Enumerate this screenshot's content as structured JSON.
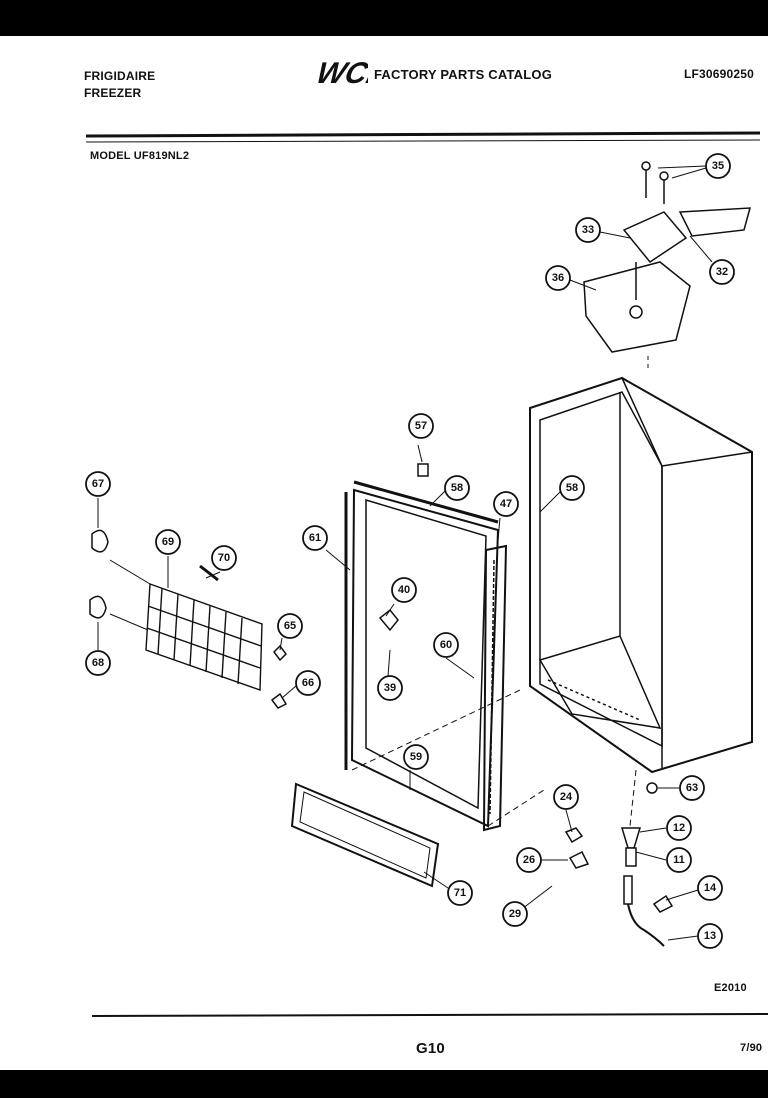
{
  "header": {
    "brand": "FRIGIDAIRE",
    "product": "FREEZER",
    "logo_text": "WCI",
    "catalog_title": "FACTORY PARTS CATALOG",
    "catalog_number": "LF30690250",
    "model": "MODEL UF819NL2"
  },
  "callouts": {
    "c35": "35",
    "c33": "33",
    "c32": "32",
    "c36": "36",
    "c57": "57",
    "c58a": "58",
    "c58b": "58",
    "c47": "47",
    "c67": "67",
    "c69": "69",
    "c70": "70",
    "c61": "61",
    "c40": "40",
    "c65": "65",
    "c68": "68",
    "c60": "60",
    "c66": "66",
    "c39": "39",
    "c59": "59",
    "c24": "24",
    "c63": "63",
    "c12": "12",
    "c26": "26",
    "c11": "11",
    "c14": "14",
    "c71": "71",
    "c29": "29",
    "c13": "13"
  },
  "footer": {
    "figure_code": "E2010",
    "page_number": "G10",
    "date_code": "7/90"
  }
}
